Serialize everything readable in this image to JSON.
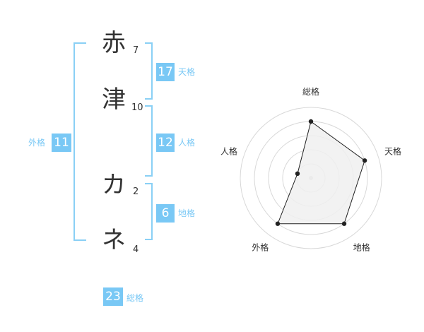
{
  "name_chars": [
    {
      "char": "赤",
      "strokes": "7"
    },
    {
      "char": "津",
      "strokes": "10"
    },
    {
      "char": "カ",
      "strokes": "2"
    },
    {
      "char": "ネ",
      "strokes": "4"
    }
  ],
  "fortunes": {
    "tenkaku": {
      "value": "17",
      "label": "天格"
    },
    "jinkaku": {
      "value": "12",
      "label": "人格"
    },
    "chikaku": {
      "value": "6",
      "label": "地格"
    },
    "gaikaku": {
      "value": "11",
      "label": "外格"
    },
    "soukaku": {
      "value": "23",
      "label": "総格"
    }
  },
  "chart_data": {
    "type": "radar",
    "axes": [
      "総格",
      "天格",
      "地格",
      "外格",
      "人格"
    ],
    "scale_max": 5,
    "rings": 5,
    "values": [
      4,
      4,
      4,
      4,
      1
    ],
    "colors": {
      "fill": "#f0f0f0",
      "line": "#222222",
      "ring": "#d8d8d8",
      "center": "#cccccc"
    }
  }
}
